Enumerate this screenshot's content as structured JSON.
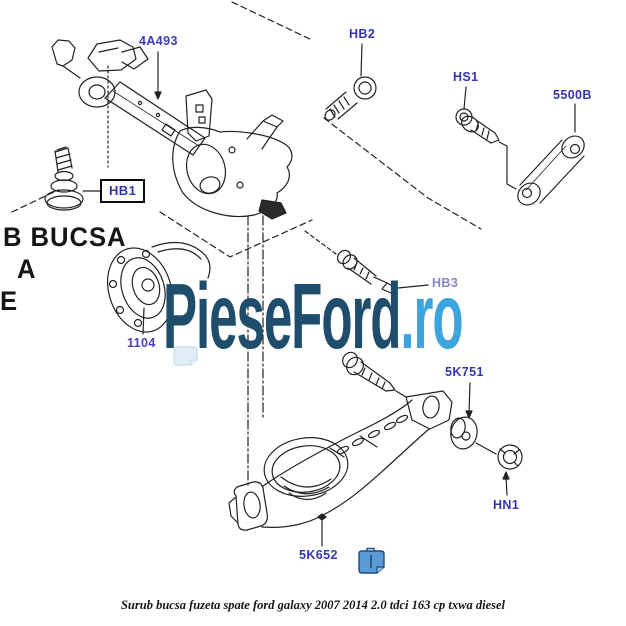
{
  "watermark": {
    "primary": "PieseFord",
    "suffix": ".ro",
    "primary_color": "#1f4e6d",
    "suffix_color": "#3da4de"
  },
  "caption": {
    "text": "Surub bucsa fuzeta spate ford galaxy 2007 2014 2.0 tdci 163 cp txwa diesel"
  },
  "overlay_text": {
    "line1": "B BUCSA",
    "line2": "A",
    "line3": "E"
  },
  "labels": {
    "subframe": {
      "code": "4A493",
      "color": "#3d3db8"
    },
    "hb1": {
      "code": "HB1",
      "color": "#3434ae"
    },
    "hb2": {
      "code": "HB2",
      "color": "#3434ae"
    },
    "hs1": {
      "code": "HS1",
      "color": "#3434ae"
    },
    "link": {
      "code": "5500B",
      "color": "#3434ae"
    },
    "hb3": {
      "code": "HB3",
      "color": "#8585c6"
    },
    "hub": {
      "code": "1104",
      "color": "#4b40bb"
    },
    "bushing": {
      "code": "5K751",
      "color": "#3434ae"
    },
    "nut": {
      "code": "HN1",
      "color": "#3434ae"
    },
    "arm": {
      "code": "5K652",
      "color": "#3434ae"
    }
  },
  "icons": {
    "ghost_icon": "document-note-icon",
    "solid_icon": "document-note-icon",
    "icon_blue": "#5b9bd5",
    "icon_border": "#1c4e79"
  },
  "diagram_stroke_color": "#222222"
}
